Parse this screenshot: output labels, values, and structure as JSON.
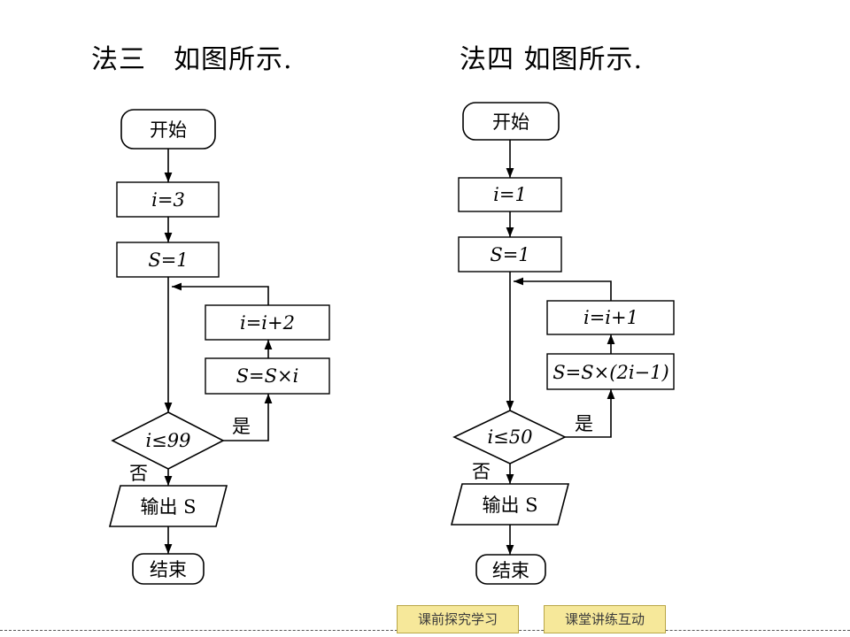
{
  "headings": {
    "left": "法三　如图所示.",
    "right": "法四 如图所示."
  },
  "flow_left": {
    "start": "开始",
    "init_i": "i=3",
    "init_s": "S=1",
    "increment": "i=i+2",
    "update": "S=S×i",
    "condition": "i≤99",
    "yes": "是",
    "no": "否",
    "output": "输出 S",
    "end": "结束"
  },
  "flow_right": {
    "start": "开始",
    "init_i": "i=1",
    "init_s": "S=1",
    "increment": "i=i+1",
    "update": "S=S×(2i−1)",
    "condition": "i≤50",
    "yes": "是",
    "no": "否",
    "output": "输出 S",
    "end": "结束"
  },
  "nav": {
    "prev": "课前探究学习",
    "next": "课堂讲练互动"
  }
}
